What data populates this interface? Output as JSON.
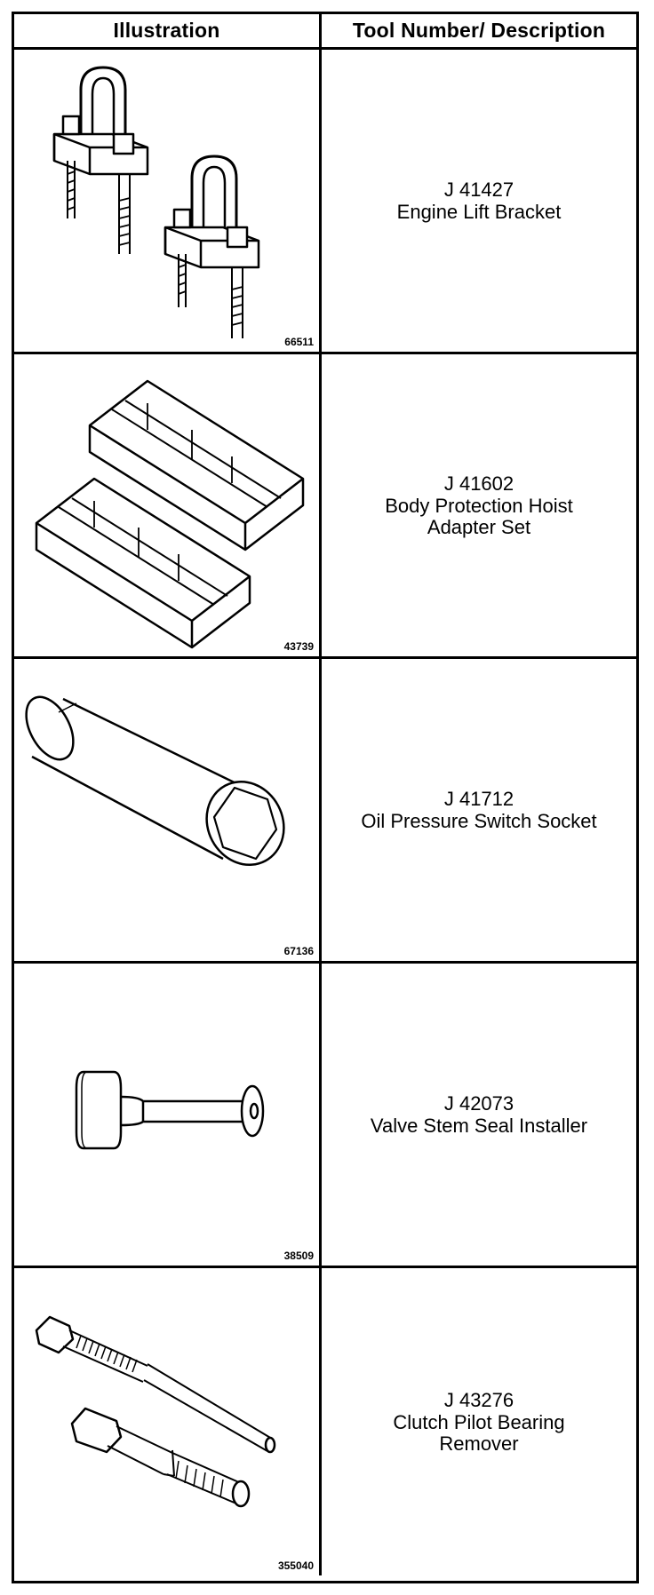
{
  "header": {
    "illustration_label": "Illustration",
    "tool_label": "Tool Number/ Description"
  },
  "tools": [
    {
      "figure_number": "66511",
      "tool_number": "J 41427",
      "description": "Engine Lift Bracket",
      "icon": "engine-lift-bracket-icon"
    },
    {
      "figure_number": "43739",
      "tool_number": "J 41602",
      "description": "Body Protection Hoist\nAdapter Set",
      "icon": "hoist-adapter-set-icon"
    },
    {
      "figure_number": "67136",
      "tool_number": "J 41712",
      "description": "Oil Pressure Switch Socket",
      "icon": "switch-socket-icon"
    },
    {
      "figure_number": "38509",
      "tool_number": "J 42073",
      "description": "Valve Stem Seal Installer",
      "icon": "seal-installer-icon"
    },
    {
      "figure_number": "355040",
      "tool_number": "J 43276",
      "description": "Clutch Pilot Bearing\nRemover",
      "icon": "bearing-remover-icon"
    }
  ]
}
